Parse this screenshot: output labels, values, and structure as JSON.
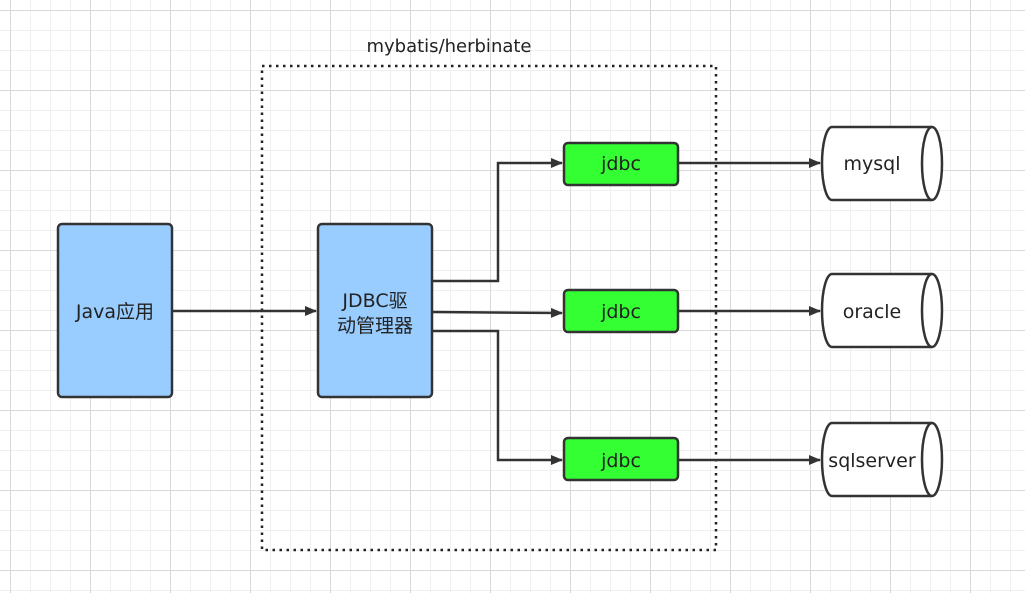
{
  "frame": {
    "label": "mybatis/herbinate"
  },
  "nodes": {
    "java_app": {
      "label": "Java应用"
    },
    "driver_manager": {
      "label_line1": "JDBC驱",
      "label_line2": "动管理器"
    },
    "jdbc_top": {
      "label": "jdbc"
    },
    "jdbc_middle": {
      "label": "jdbc"
    },
    "jdbc_bottom": {
      "label": "jdbc"
    },
    "db_mysql": {
      "label": "mysql"
    },
    "db_oracle": {
      "label": "oracle"
    },
    "db_sqlserver": {
      "label": "sqlserver"
    }
  },
  "colors": {
    "blue_fill": "#99ccff",
    "green_fill": "#33ff33",
    "stroke": "#333333",
    "db_fill": "#ffffff"
  }
}
